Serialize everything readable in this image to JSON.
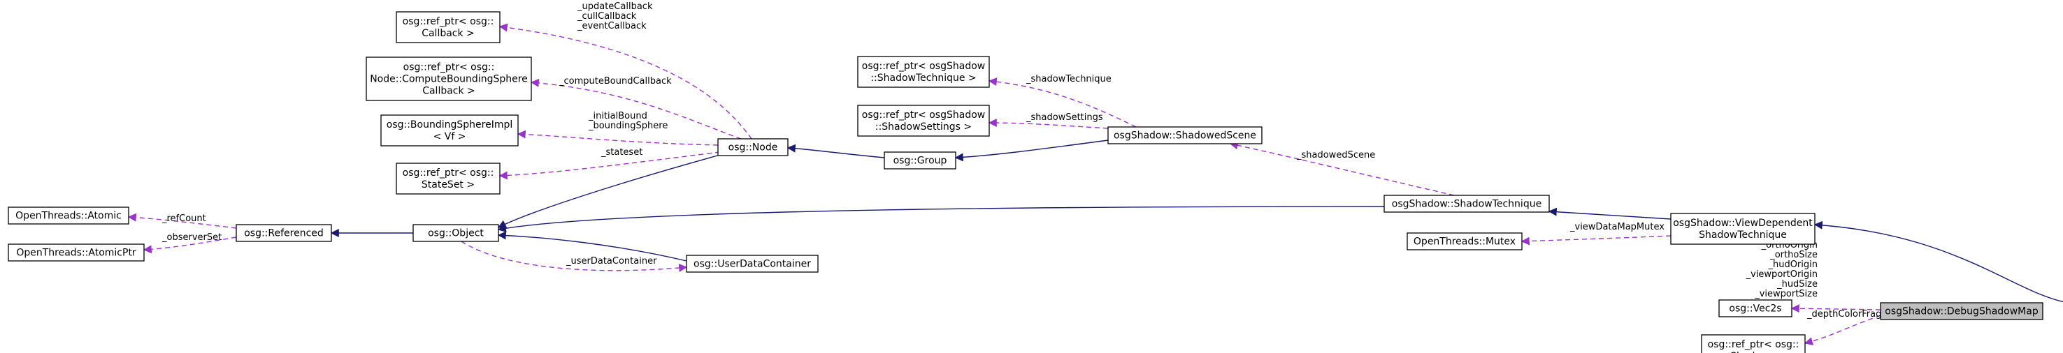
{
  "diagram": {
    "nodes": [
      {
        "id": "debug_shadow_map",
        "lines": [
          "osgShadow::DebugShadowMap"
        ],
        "focus": true
      },
      {
        "id": "view_dependent",
        "lines": [
          "osgShadow::ViewDependent",
          "ShadowTechnique"
        ]
      },
      {
        "id": "shadow_technique",
        "lines": [
          "osgShadow::ShadowTechnique"
        ]
      },
      {
        "id": "shadowed_scene",
        "lines": [
          "osgShadow::ShadowedScene"
        ]
      },
      {
        "id": "group",
        "lines": [
          "osg::Group"
        ]
      },
      {
        "id": "node",
        "lines": [
          "osg::Node"
        ]
      },
      {
        "id": "object",
        "lines": [
          "osg::Object"
        ]
      },
      {
        "id": "referenced",
        "lines": [
          "osg::Referenced"
        ]
      },
      {
        "id": "atomic",
        "lines": [
          "OpenThreads::Atomic"
        ]
      },
      {
        "id": "atomic_ptr",
        "lines": [
          "OpenThreads::AtomicPtr"
        ]
      },
      {
        "id": "callback_ref",
        "lines": [
          "osg::ref_ptr< osg::",
          "Callback >"
        ]
      },
      {
        "id": "compute_bs_ref",
        "lines": [
          "osg::ref_ptr< osg::",
          "Node::ComputeBoundingSphere",
          "Callback >"
        ]
      },
      {
        "id": "bounding_sphere",
        "lines": [
          "osg::BoundingSphereImpl",
          "< Vf >"
        ]
      },
      {
        "id": "stateset_ref",
        "lines": [
          "osg::ref_ptr< osg::",
          "StateSet >"
        ]
      },
      {
        "id": "user_data_container",
        "lines": [
          "osg::UserDataContainer"
        ]
      },
      {
        "id": "shadow_technique_ref",
        "lines": [
          "osg::ref_ptr< osgShadow",
          "::ShadowTechnique >"
        ]
      },
      {
        "id": "shadow_settings_ref",
        "lines": [
          "osg::ref_ptr< osgShadow",
          "::ShadowSettings >"
        ]
      },
      {
        "id": "mutex",
        "lines": [
          "OpenThreads::Mutex"
        ]
      },
      {
        "id": "vec2s",
        "lines": [
          "osg::Vec2s"
        ]
      },
      {
        "id": "shader_ref",
        "lines": [
          "osg::ref_ptr< osg::",
          "Shader >"
        ]
      }
    ],
    "edges": [
      {
        "id": "e-dsm-vdt",
        "type": "inherit",
        "from": "debug_shadow_map",
        "to": "view_dependent",
        "label": []
      },
      {
        "id": "e-vdt-st",
        "type": "inherit",
        "from": "view_dependent",
        "to": "shadow_technique",
        "label": []
      },
      {
        "id": "e-st-object",
        "type": "inherit",
        "from": "shadow_technique",
        "to": "object",
        "label": []
      },
      {
        "id": "e-ss-group",
        "type": "inherit",
        "from": "shadowed_scene",
        "to": "group",
        "label": []
      },
      {
        "id": "e-group-node",
        "type": "inherit",
        "from": "group",
        "to": "node",
        "label": []
      },
      {
        "id": "e-node-object",
        "type": "inherit",
        "from": "node",
        "to": "object",
        "label": []
      },
      {
        "id": "e-object-ref",
        "type": "inherit",
        "from": "object",
        "to": "referenced",
        "label": []
      },
      {
        "id": "e-udc-object",
        "type": "inherit",
        "from": "user_data_container",
        "to": "object",
        "label": []
      },
      {
        "id": "e-ref-atomic",
        "type": "uses",
        "from": "referenced",
        "to": "atomic",
        "label": [
          "_refCount"
        ]
      },
      {
        "id": "e-ref-atomicptr",
        "type": "uses",
        "from": "referenced",
        "to": "atomic_ptr",
        "label": [
          "_observerSet"
        ]
      },
      {
        "id": "e-node-callback",
        "type": "uses",
        "from": "node",
        "to": "callback_ref",
        "label": [
          "_updateCallback",
          "_cullCallback",
          "_eventCallback"
        ]
      },
      {
        "id": "e-node-computebs",
        "type": "uses",
        "from": "node",
        "to": "compute_bs_ref",
        "label": [
          "_computeBoundCallback"
        ]
      },
      {
        "id": "e-node-bs",
        "type": "uses",
        "from": "node",
        "to": "bounding_sphere",
        "label": [
          "_initialBound",
          "_boundingSphere"
        ]
      },
      {
        "id": "e-node-stateset",
        "type": "uses",
        "from": "node",
        "to": "stateset_ref",
        "label": [
          "_stateset"
        ]
      },
      {
        "id": "e-object-udc",
        "type": "uses",
        "from": "object",
        "to": "user_data_container",
        "label": [
          "_userDataContainer"
        ]
      },
      {
        "id": "e-ss-stref",
        "type": "uses",
        "from": "shadowed_scene",
        "to": "shadow_technique_ref",
        "label": [
          "_shadowTechnique"
        ]
      },
      {
        "id": "e-ss-settings",
        "type": "uses",
        "from": "shadowed_scene",
        "to": "shadow_settings_ref",
        "label": [
          "_shadowSettings"
        ]
      },
      {
        "id": "e-st-ss",
        "type": "uses",
        "from": "shadow_technique",
        "to": "shadowed_scene",
        "label": [
          "_shadowedScene"
        ]
      },
      {
        "id": "e-vdt-mutex",
        "type": "uses",
        "from": "view_dependent",
        "to": "mutex",
        "label": [
          "_viewDataMapMutex"
        ]
      },
      {
        "id": "e-dsm-vec2s",
        "type": "uses",
        "from": "debug_shadow_map",
        "to": "vec2s",
        "label": [
          "_orthoOrigin",
          "_orthoSize",
          "_hudOrigin",
          "_viewportOrigin",
          "_hudSize",
          "_viewportSize"
        ]
      },
      {
        "id": "e-dsm-shader",
        "type": "uses",
        "from": "debug_shadow_map",
        "to": "shader_ref",
        "label": [
          "_depthColorFragmentShader"
        ]
      }
    ]
  }
}
